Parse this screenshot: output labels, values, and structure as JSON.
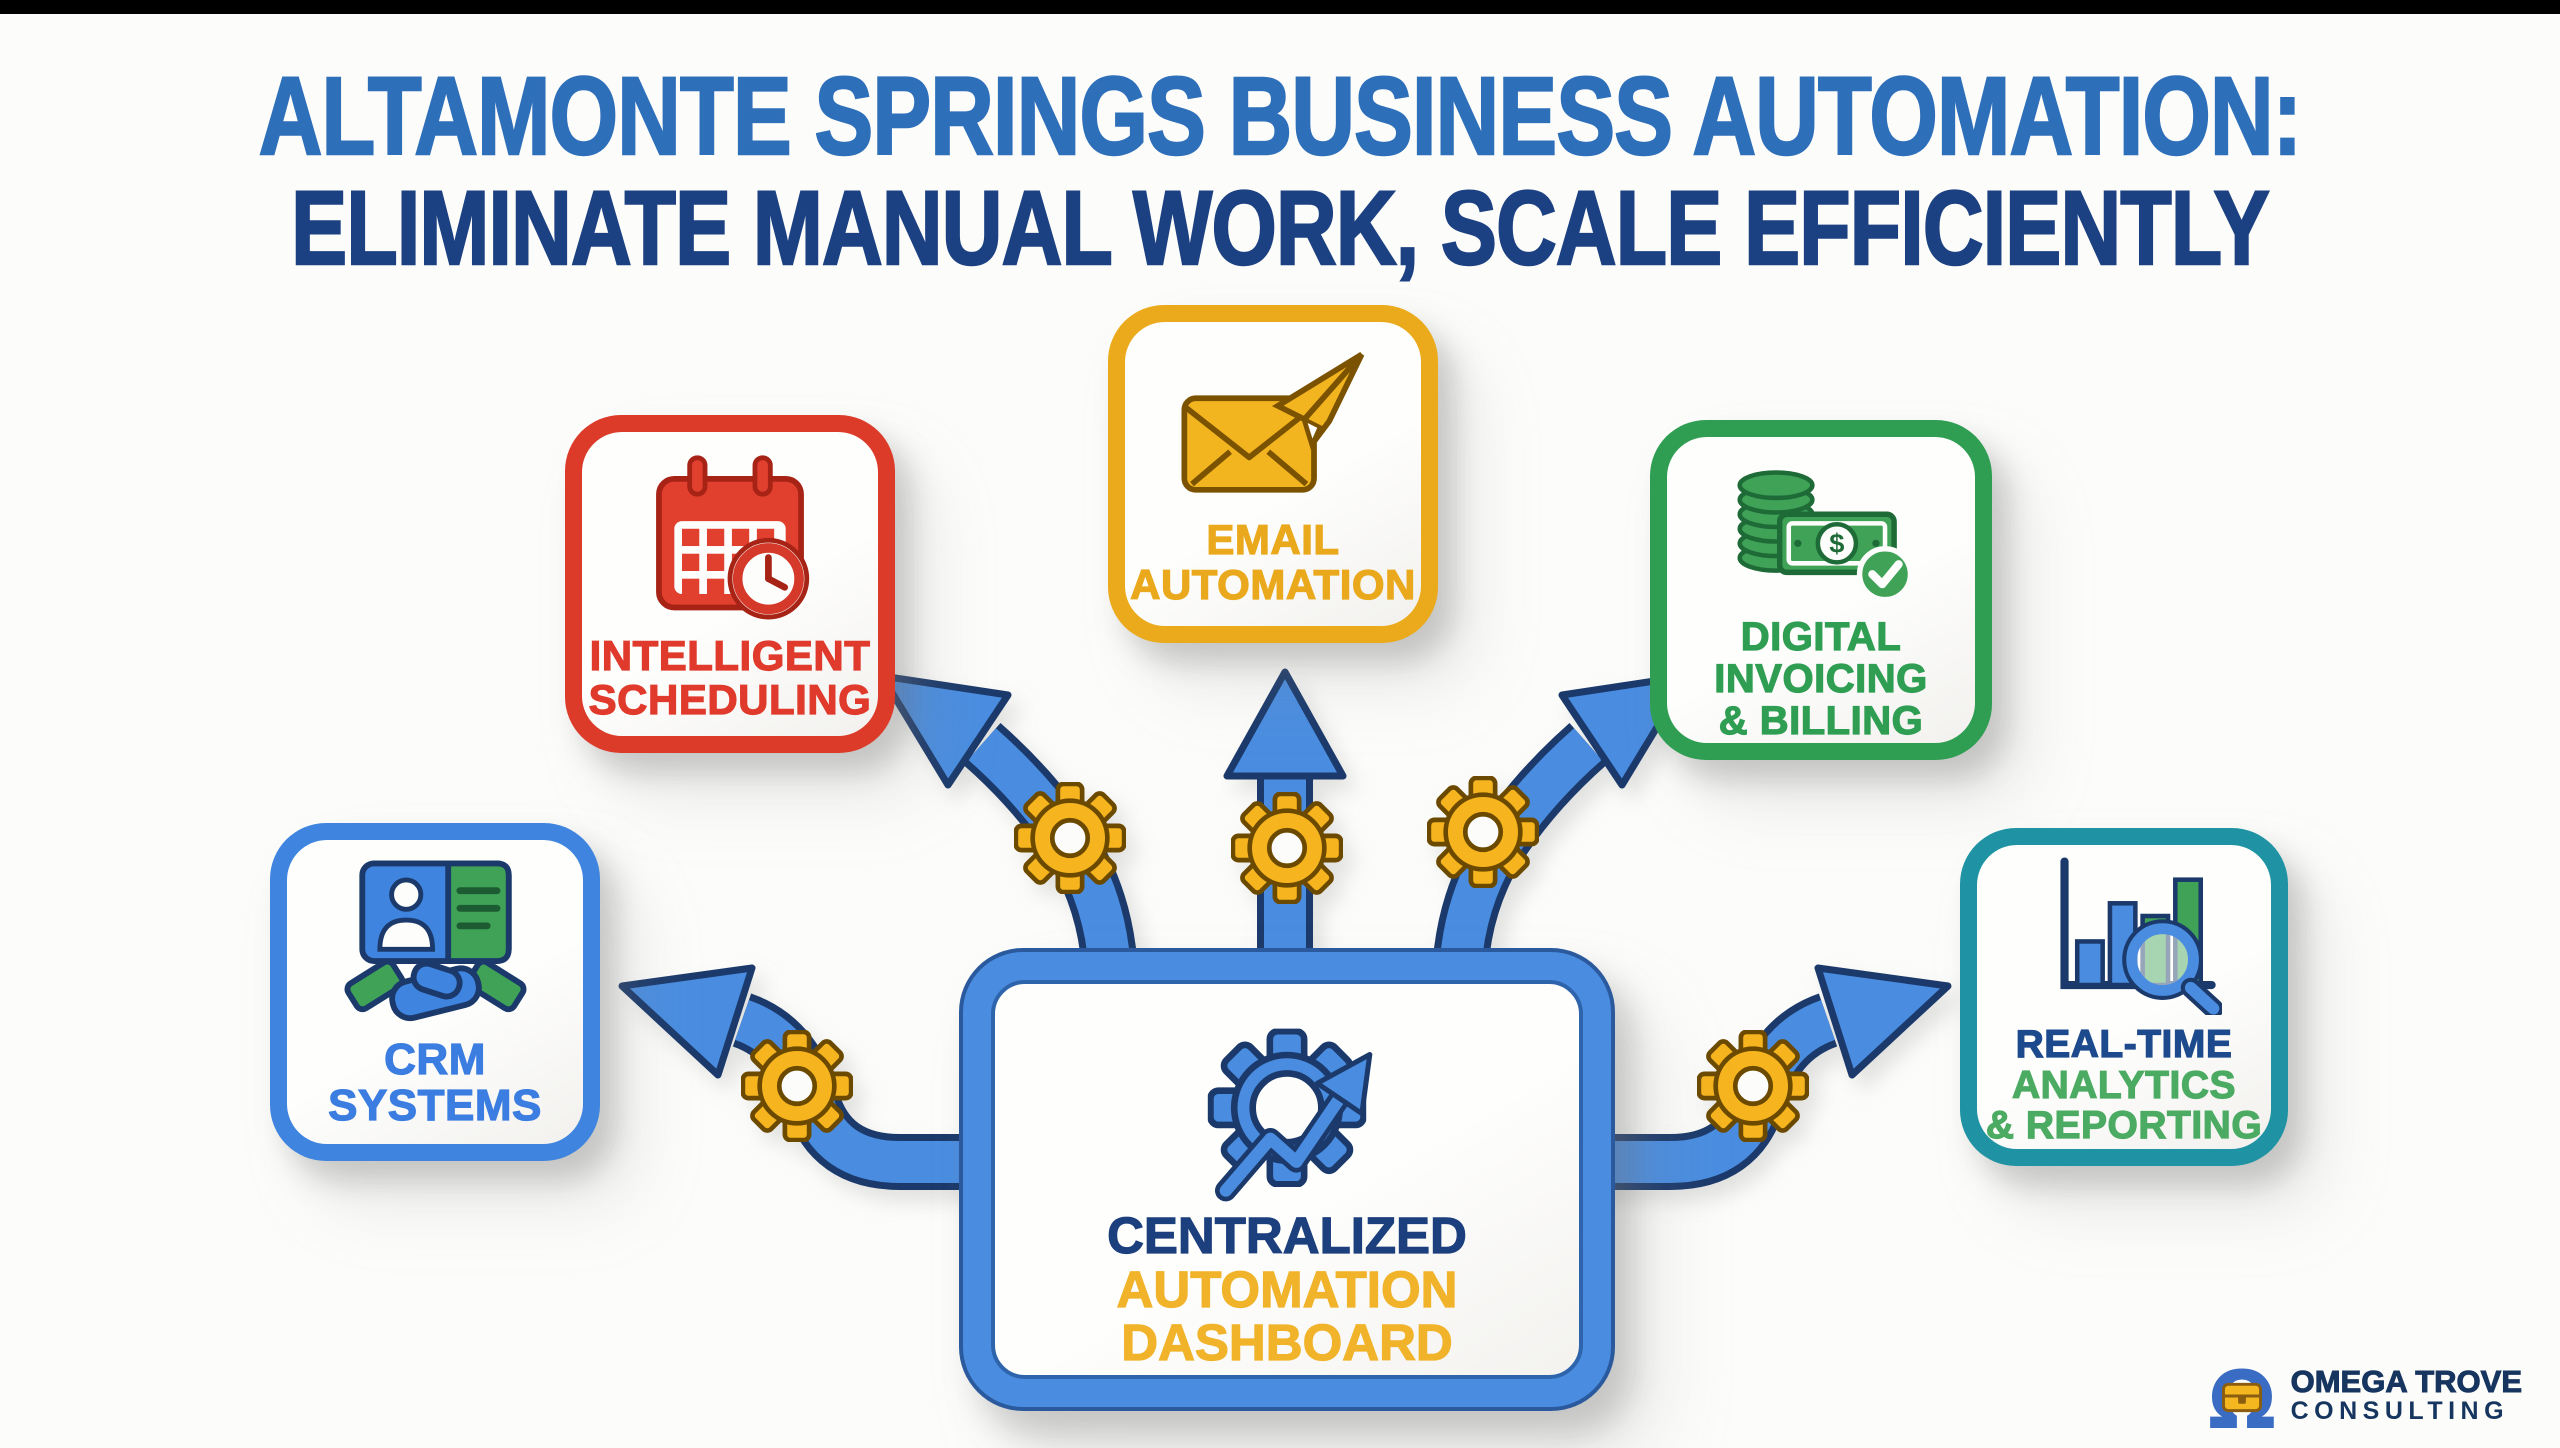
{
  "title": {
    "line1": "ALTAMONTE SPRINGS BUSINESS AUTOMATION:",
    "line2": "ELIMINATE MANUAL WORK, SCALE EFFICIENTLY"
  },
  "hub": {
    "lines": [
      "CENTRALIZED",
      "AUTOMATION",
      "DASHBOARD"
    ],
    "icon": "gear-growth-arrow-icon"
  },
  "nodes": {
    "crm": {
      "lines": [
        "CRM",
        "SYSTEMS"
      ],
      "icon": "id-card-handshake-icon"
    },
    "scheduling": {
      "lines": [
        "INTELLIGENT",
        "SCHEDULING"
      ],
      "icon": "calendar-clock-icon"
    },
    "email": {
      "lines": [
        "EMAIL",
        "AUTOMATION"
      ],
      "icon": "envelope-paper-plane-icon"
    },
    "invoicing": {
      "lines": [
        "DIGITAL",
        "INVOICING",
        "& BILLING"
      ],
      "icon": "coins-banknote-check-icon"
    },
    "analytics": {
      "lines": [
        "REAL-TIME",
        "ANALYTICS",
        "& REPORTING"
      ],
      "icon": "bar-chart-magnifier-icon"
    }
  },
  "logo": {
    "line1": "OMEGA TROVE",
    "line2": "CONSULTING",
    "icon": "omega-treasure-chest-icon"
  },
  "colors": {
    "background": "#fcfcfa",
    "letterbox": "#000000",
    "title-line1": "#2e6fba",
    "title-line2": "#1c4182",
    "navy-outline": "#1b3a6b",
    "arrow-blue": "#4a8de0",
    "gear-yellow": "#f6b41f",
    "gear-outline": "#6b4a00",
    "crm-blue": "#3f85e0",
    "crm-text": "#3b7de0",
    "scheduling-red": "#dd3b2a",
    "scheduling-text": "#e03a2c",
    "email-yellow": "#eaaa1b",
    "email-text": "#eaa91c",
    "invoicing-green": "#2f9e53",
    "analytics-teal": "#1f93a3",
    "analytics-navy": "#1c4a8c",
    "analytics-green": "#4cab62",
    "hub-navy": "#1c3f7d",
    "hub-yellow": "#f0b32a",
    "logo-navy": "#16355f"
  }
}
